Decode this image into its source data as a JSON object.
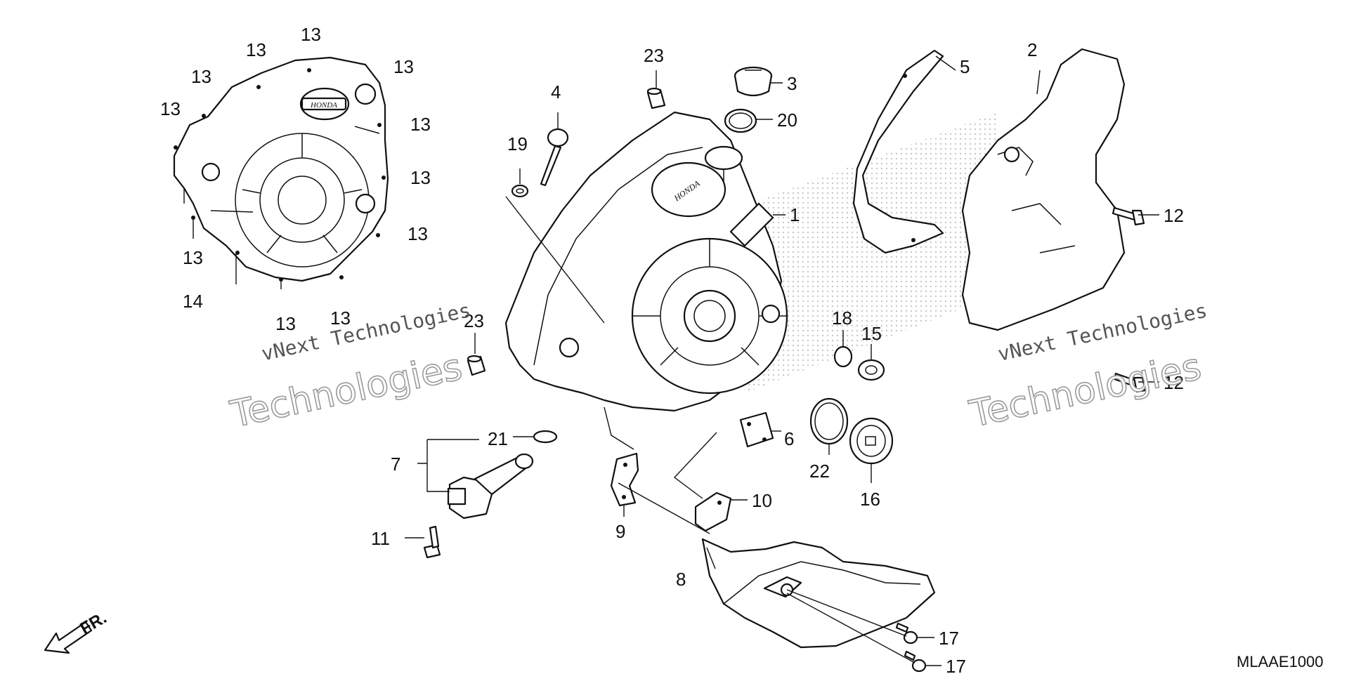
{
  "diagram": {
    "code": "MLAAE1000",
    "front_mark": "FR.",
    "emblem": "HONDA",
    "watermark": {
      "line1": "vNext Technologies",
      "line2": "Technologies"
    },
    "callouts": {
      "c1": "1",
      "c2": "2",
      "c3": "3",
      "c4": "4",
      "c5": "5",
      "c6": "6",
      "c7": "7",
      "c8": "8",
      "c9": "9",
      "c10": "10",
      "c11": "11",
      "c12": "12",
      "c14": "14",
      "c15": "15",
      "c16": "16",
      "c17": "17",
      "c18": "18",
      "c19": "19",
      "c20": "20",
      "c21": "21",
      "c22": "22",
      "c23": "23",
      "c13": "13"
    }
  }
}
